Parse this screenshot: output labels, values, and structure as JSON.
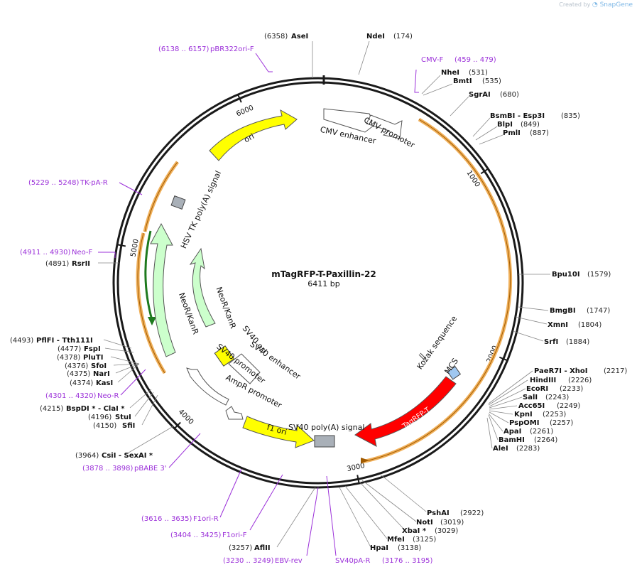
{
  "credit": {
    "prefix": "Created by",
    "brand": "SnapGene"
  },
  "map": {
    "name": "mTagRFP-T-Paxillin-22",
    "length": 6411,
    "length_label": "6411 bp",
    "ticks": [
      {
        "pos": 1000,
        "label": "1000"
      },
      {
        "pos": 2000,
        "label": "2000"
      },
      {
        "pos": 3000,
        "label": "3000"
      },
      {
        "pos": 4000,
        "label": "4000"
      },
      {
        "pos": 5000,
        "label": "5000"
      },
      {
        "pos": 6000,
        "label": "6000"
      }
    ],
    "colors": {
      "backbone": "#1a1a1a",
      "cmv_arrow": "#ffffff",
      "ori": "#ffff00",
      "tagrfp": "#ff0000",
      "neo": "#ccffcc",
      "signal_box": "#a9b0b8",
      "mcs_box": "#9fc7f0",
      "orf_arc": "#f0b05a",
      "orf_arc_core": "#a05a00",
      "neo_orf_core": "#1e7a1e",
      "primer": "#9b30d9",
      "site_line": "#888888"
    },
    "sites": [
      {
        "name": "AseI",
        "pos": "(6358)"
      },
      {
        "name": "NdeI",
        "pos": "(174)"
      },
      {
        "name": "NheI",
        "pos": "(531)"
      },
      {
        "name": "BmtI",
        "pos": "(535)"
      },
      {
        "name": "SgrAI",
        "pos": "(680)"
      },
      {
        "name": "BsmBI - Esp3I",
        "pos": "(835)"
      },
      {
        "name": "BlpI",
        "pos": "(849)"
      },
      {
        "name": "PmlI",
        "pos": "(887)"
      },
      {
        "name": "Bpu10I",
        "pos": "(1579)"
      },
      {
        "name": "BmgBI",
        "pos": "(1747)"
      },
      {
        "name": "XmnI",
        "pos": "(1804)"
      },
      {
        "name": "SrfI",
        "pos": "(1884)"
      },
      {
        "name": "PaeR7I - XhoI",
        "pos": "(2217)"
      },
      {
        "name": "HindIII",
        "pos": "(2226)"
      },
      {
        "name": "EcoRI",
        "pos": "(2233)"
      },
      {
        "name": "SalI",
        "pos": "(2243)"
      },
      {
        "name": "Acc65I",
        "pos": "(2249)"
      },
      {
        "name": "KpnI",
        "pos": "(2253)"
      },
      {
        "name": "PspOMI",
        "pos": "(2257)"
      },
      {
        "name": "ApaI",
        "pos": "(2261)"
      },
      {
        "name": "BamHI",
        "pos": "(2264)"
      },
      {
        "name": "AleI",
        "pos": "(2283)"
      },
      {
        "name": "PshAI",
        "pos": "(2922)"
      },
      {
        "name": "NotI",
        "pos": "(3019)"
      },
      {
        "name": "XbaI *",
        "pos": "(3029)"
      },
      {
        "name": "MfeI",
        "pos": "(3125)"
      },
      {
        "name": "HpaI",
        "pos": "(3138)"
      },
      {
        "name": "AflII",
        "pos": "(3257)"
      },
      {
        "name": "CsiI - SexAI *",
        "pos": "(3964)"
      },
      {
        "name": "SfiI",
        "pos": "(4150)"
      },
      {
        "name": "StuI",
        "pos": "(4196)"
      },
      {
        "name": "BspDI * - ClaI *",
        "pos": "(4215)"
      },
      {
        "name": "KasI",
        "pos": "(4374)"
      },
      {
        "name": "NarI",
        "pos": "(4375)"
      },
      {
        "name": "SfoI",
        "pos": "(4376)"
      },
      {
        "name": "PluTI",
        "pos": "(4378)"
      },
      {
        "name": "FspI",
        "pos": "(4477)"
      },
      {
        "name": "PflFI - Tth111I",
        "pos": "(4493)"
      },
      {
        "name": "RsrII",
        "pos": "(4891)"
      }
    ],
    "primers": [
      {
        "name": "CMV-F",
        "range": "(459 .. 479)"
      },
      {
        "name": "pBR322ori-F",
        "range": "(6138 .. 6157)"
      },
      {
        "name": "TK-pA-R",
        "range": "(5229 .. 5248)"
      },
      {
        "name": "Neo-F",
        "range": "(4911 .. 4930)"
      },
      {
        "name": "Neo-R",
        "range": "(4301 .. 4320)"
      },
      {
        "name": "pBABE 3'",
        "range": "(3878 .. 3898)"
      },
      {
        "name": "F1ori-R",
        "range": "(3616 .. 3635)"
      },
      {
        "name": "F1ori-F",
        "range": "(3404 .. 3425)"
      },
      {
        "name": "EBV-rev",
        "range": "(3230 .. 3249)"
      },
      {
        "name": "SV40pA-R",
        "range": "(3176 .. 3195)"
      }
    ],
    "features": {
      "cmv_enhancer": "CMV enhancer",
      "cmv_promoter": "CMV promoter",
      "ori": "ori",
      "hsv_tk": "HSV TK poly(A) signal",
      "neo_outer": "NeoR/KanR",
      "neo_inner": "NeoR/KanR",
      "sv40_ori": "SV40 ori",
      "sv40_enhancer": "SV40 enhancer",
      "sv40_promoter": "SV40 promoter",
      "ampr_promoter": "AmpR promoter",
      "f1_ori": "f1 ori",
      "sv40_polya": "SV40 poly(A) signal",
      "kozak": "Kozak sequence",
      "mcs": "MCS",
      "tagrfp": "TagRFP-T"
    }
  }
}
